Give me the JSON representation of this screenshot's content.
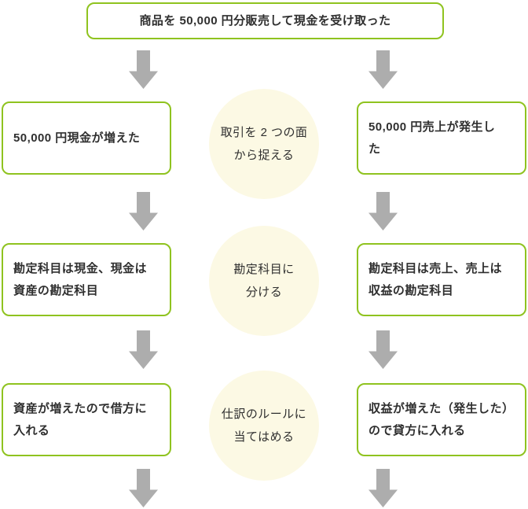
{
  "colors": {
    "box_border_green": "#8FC31F",
    "arrow_gray": "#ADADAD",
    "circle_fill_cream": "#FCF9E4",
    "text_dark": "#2F2F2F",
    "background": "#FFFFFF"
  },
  "icons": {
    "flow_arrow": "down-arrow"
  },
  "flow": {
    "transaction": "商品を 50,000 円分販売して現金を受け取った",
    "steps": [
      {
        "left": "50,000 円現金が増えた",
        "center": "取引を 2 つの面\nから捉える",
        "right": "50,000 円売上が発生し\nた"
      },
      {
        "left": "勘定科目は現金、現金は\n資産の勘定科目",
        "center": "勘定科目に\n分ける",
        "right": "勘定科目は売上、売上は\n収益の勘定科目"
      },
      {
        "left": "資産が増えたので借方に\n入れる",
        "center": "仕訳のルールに\n当てはめる",
        "right": "収益が増えた（発生した）\nので貸方に入れる"
      }
    ]
  }
}
